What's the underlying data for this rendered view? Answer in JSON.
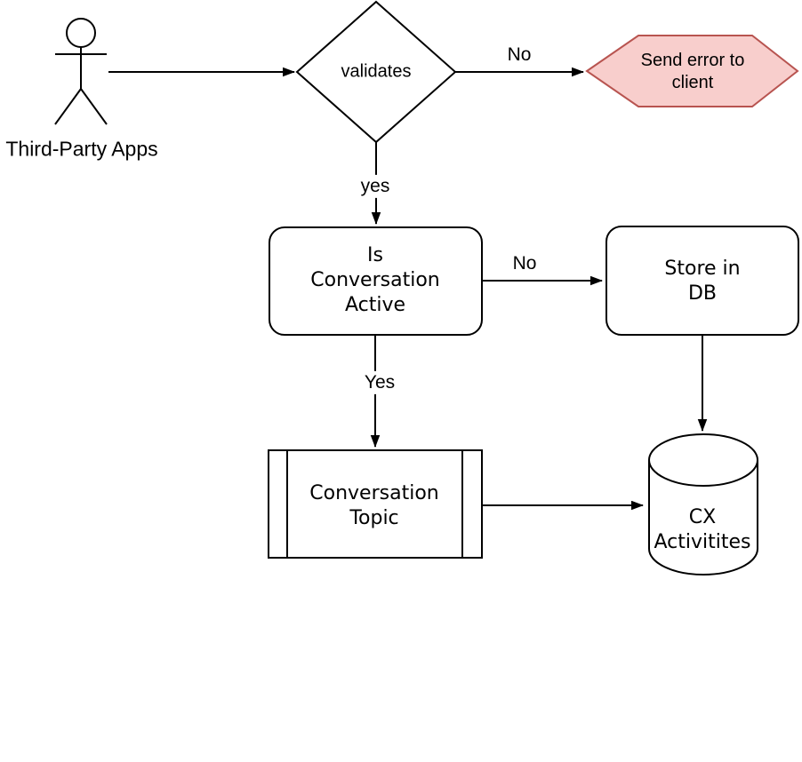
{
  "colors": {
    "background": "#ffffff",
    "line": "#000000",
    "shape_fill": "#ffffff",
    "hexagon_fill": "#f8cecc",
    "hexagon_stroke": "#b85450"
  },
  "actor": {
    "label": "Third-Party Apps"
  },
  "nodes": {
    "validates": {
      "type": "decision-diamond",
      "label": "validates"
    },
    "send_error": {
      "type": "hexagon",
      "label": "Send error to client"
    },
    "is_conversation_active": {
      "type": "rounded-rectangle",
      "label": "Is\nConversation\nActive"
    },
    "store_in_db": {
      "type": "rounded-rectangle",
      "label": "Store in DB"
    },
    "conversation_topic": {
      "type": "predefined-process",
      "label": "Conversation\nTopic"
    },
    "cx_activitites": {
      "type": "database-cylinder",
      "label": "CX\nActivitites"
    }
  },
  "edge_labels": {
    "validates_no": "No",
    "validates_yes": "yes",
    "active_no": "No",
    "active_yes": "Yes"
  }
}
